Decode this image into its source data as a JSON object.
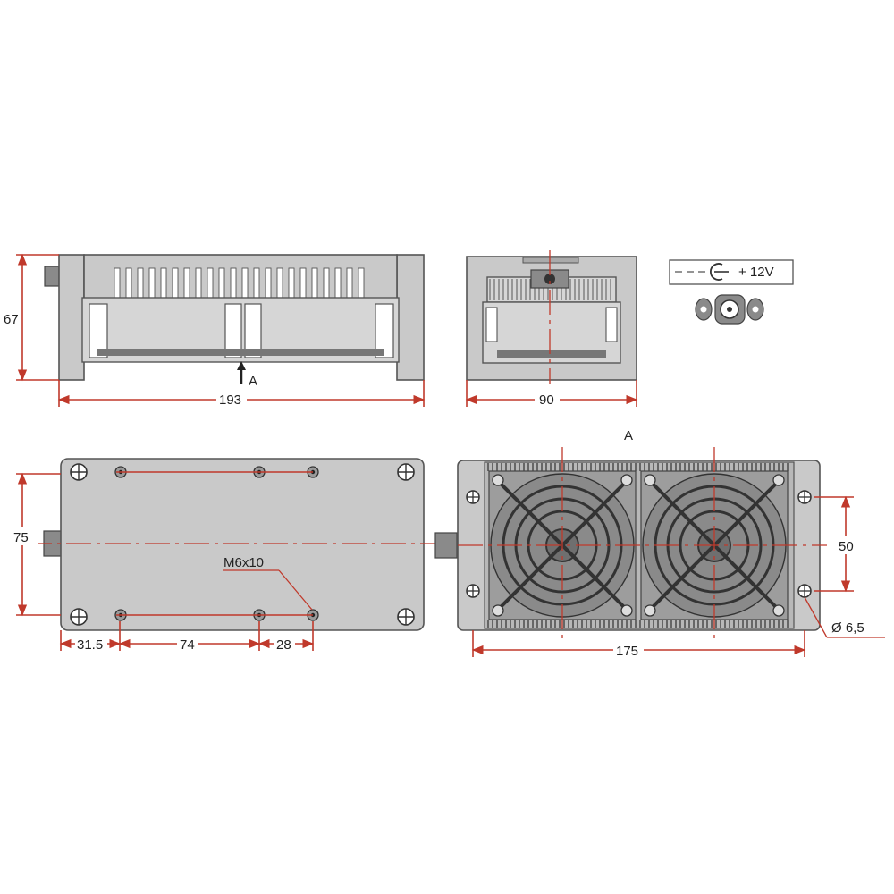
{
  "colors": {
    "dimension_line": "#c0392b",
    "housing_fill": "#c9c9c9",
    "outline": "#555555",
    "background": "#ffffff"
  },
  "views": {
    "side_view": {
      "height_dim": "67",
      "width_dim": "193",
      "view_marker": "A"
    },
    "end_view": {
      "width_dim": "90"
    },
    "connector": {
      "voltage_label": "+ 12V"
    },
    "top_view": {
      "height_dim": "75",
      "dim_1": "31.5",
      "dim_2": "74",
      "dim_3": "28",
      "thread_label": "M6x10"
    },
    "fan_view": {
      "title": "A",
      "width_dim": "175",
      "hole_spacing_dim": "50",
      "hole_diameter_dim": "Ø 6,5"
    }
  }
}
